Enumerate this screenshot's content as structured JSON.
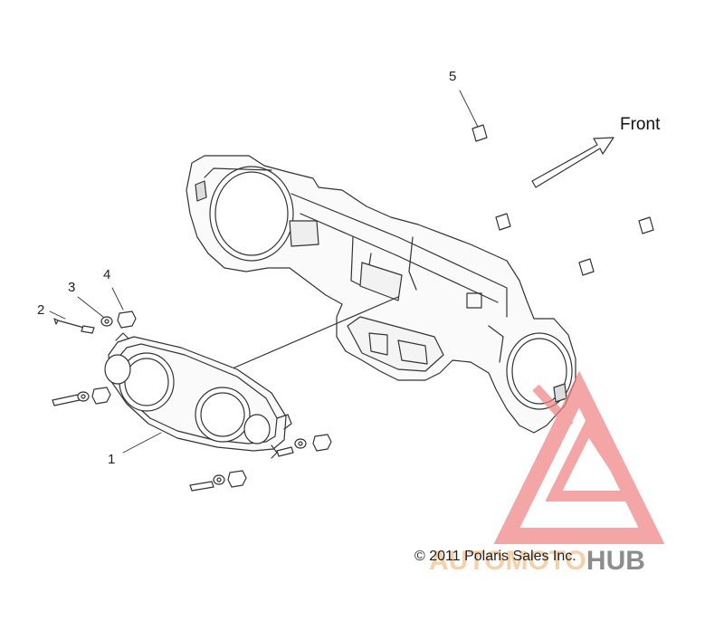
{
  "callouts": {
    "c1": "1",
    "c2": "2",
    "c3": "3",
    "c4": "4",
    "c5": "5"
  },
  "front_label": "Front",
  "copyright": "© 2011 Polaris Sales Inc.",
  "watermark": {
    "part1": "AUTOMOTO",
    "part2": "HUB",
    "color_part1": "#f5c89a",
    "color_part2": "#7a7a7a",
    "logo_color": "#f08080"
  }
}
